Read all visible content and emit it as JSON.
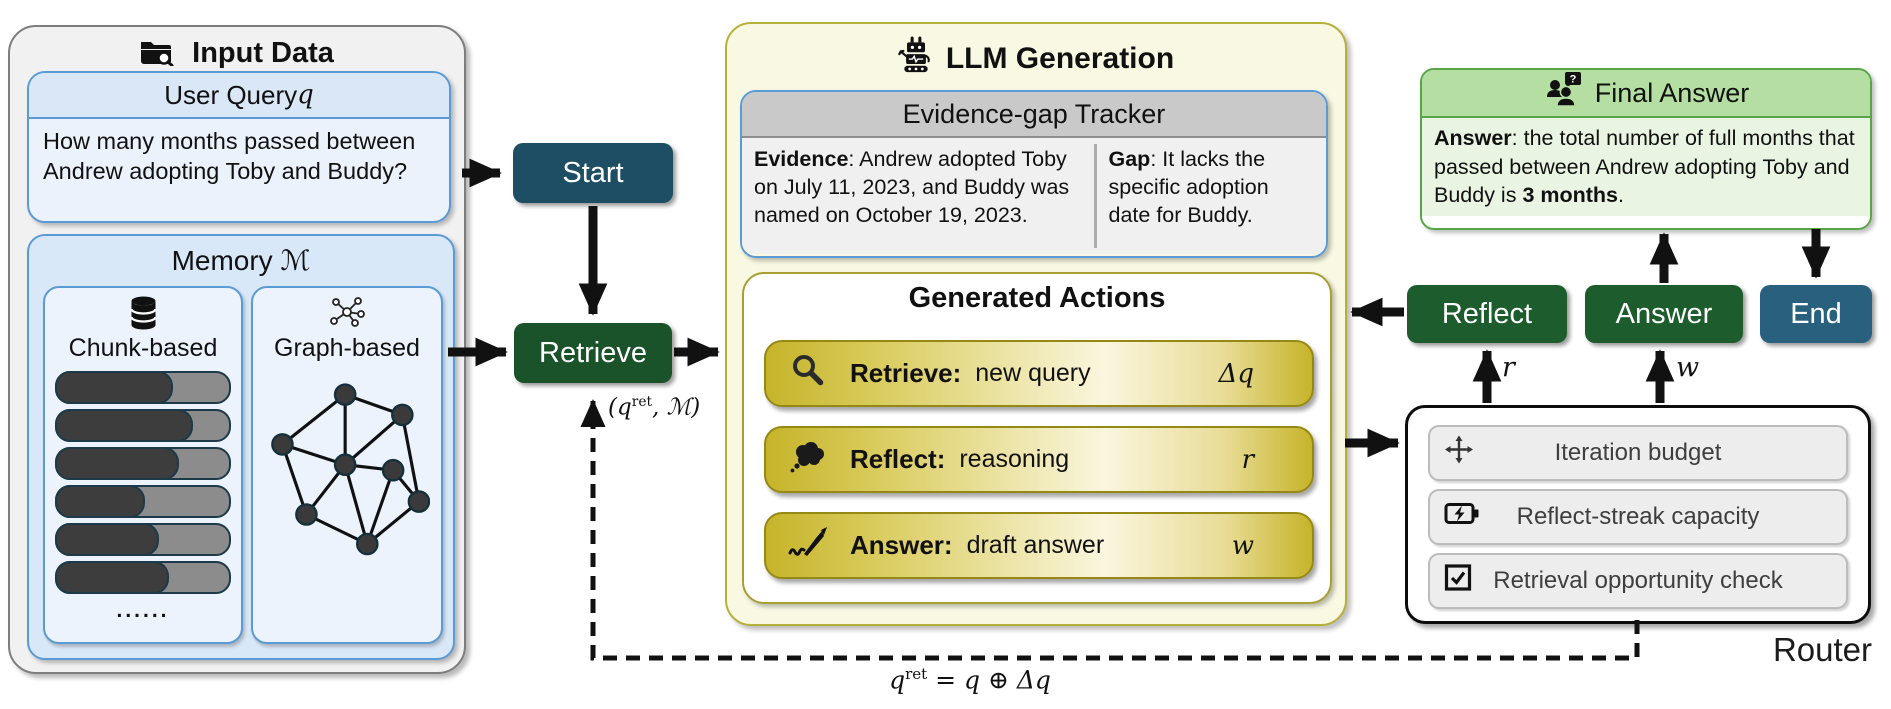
{
  "input_panel": {
    "title": "Input Data",
    "user_query": {
      "title_prefix": "User Query ",
      "symbol": "q",
      "text": "How many months passed between Andrew adopting Toby and Buddy?"
    },
    "memory": {
      "title_prefix": "Memory ",
      "symbol": "ℳ",
      "chunk": {
        "icon": "database-icon",
        "label": "Chunk-based",
        "dots": "......"
      },
      "graph": {
        "icon": "network-icon",
        "label": "Graph-based"
      }
    }
  },
  "nodes": {
    "start": "Start",
    "retrieve": "Retrieve",
    "reflect": "Reflect",
    "answer": "Answer",
    "end": "End"
  },
  "llm_panel": {
    "icon": "robot-icon",
    "title": "LLM Generation",
    "tracker": {
      "title": "Evidence-gap Tracker",
      "evidence_label": "Evidence",
      "evidence_text": ": Andrew adopted Toby on July 11, 2023, and Buddy was named on October 19, 2023.",
      "gap_label": "Gap",
      "gap_text": ": It lacks the specific adoption date for Buddy."
    },
    "actions": {
      "title": "Generated Actions",
      "items": [
        {
          "icon": "magnifier-icon",
          "label": "Retrieve:",
          "value": "new query",
          "symbol": "Δq"
        },
        {
          "icon": "thought-cloud-icon",
          "label": "Reflect:",
          "value": "reasoning",
          "symbol": "r"
        },
        {
          "icon": "pen-icon",
          "label": "Answer:",
          "value": "draft answer",
          "symbol": "w"
        }
      ]
    }
  },
  "final_answer": {
    "icon": "people-question-icon",
    "title": "Final Answer",
    "label": "Answer",
    "text_mid": ": the total number of full months that passed between Andrew adopting Toby and Buddy is ",
    "bold_value": "3 months",
    "text_end": "."
  },
  "router": {
    "label": "Router",
    "items": [
      {
        "icon": "move-icon",
        "label": "Iteration budget"
      },
      {
        "icon": "battery-icon",
        "label": "Reflect-streak capacity"
      },
      {
        "icon": "checkbox-icon",
        "label": "Retrieval opportunity check"
      }
    ]
  },
  "edge_labels": {
    "retrieve_input": {
      "open": "(",
      "base": "q",
      "sup": "ret",
      "rest": ", ℳ)"
    },
    "r": "r",
    "w": "w",
    "loop_formula": {
      "base": "q",
      "sup": "ret",
      "rest": " = q ⊕ Δq"
    }
  },
  "colors": {
    "teal_node": "#1d4e63",
    "green_node": "#1d5c2c",
    "blue_border": "#5b9bd5",
    "olive_border": "#b5b138",
    "pill_gold": "#c6b42a",
    "final_green": "#b5dfa2",
    "arrow": "#111111"
  }
}
